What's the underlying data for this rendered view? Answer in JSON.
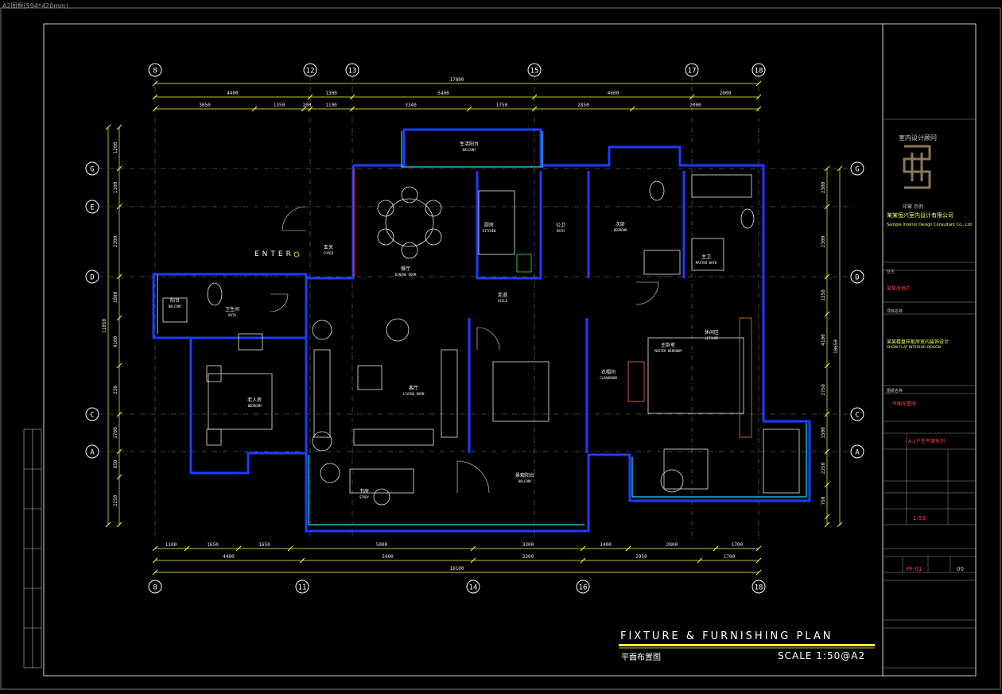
{
  "sheet": {
    "paper_label": "A2图框(594*420mm)",
    "title": "FIXTURE & FURNISHING PLAN",
    "subtitle": "平面布置图",
    "scale": "SCALE 1:50@A2",
    "entrance_label": "ENTER"
  },
  "grid_axes": {
    "top": [
      "8",
      "12",
      "13",
      "15",
      "17",
      "18"
    ],
    "bottom": [
      "8",
      "11",
      "14",
      "16",
      "18"
    ],
    "left": [
      "G",
      "E",
      "D",
      "C",
      "A"
    ],
    "right": [
      "G",
      "D",
      "C",
      "A"
    ]
  },
  "dimensions": {
    "top_total": "17800",
    "top_row1": [
      "4400",
      "1300",
      "5400",
      "4600",
      "2000"
    ],
    "top_row2": [
      "3050",
      "1350",
      "200",
      "1100",
      "3340",
      "1750",
      "2850",
      "2000"
    ],
    "bottom_total": "18100",
    "bottom_row1": [
      "4400",
      "5400",
      "3300",
      "2950",
      "1700"
    ],
    "bottom_row2": [
      "1100",
      "1650",
      "1650",
      "5000",
      "3300",
      "1400",
      "2800",
      "1700"
    ],
    "left_total": "11850",
    "left_values": [
      "1200",
      "1100",
      "2300",
      "1800",
      "4100",
      "230",
      "1700",
      "850",
      "2250"
    ],
    "right_total": "10650",
    "right_values": [
      "2300",
      "2300",
      "1350",
      "4100",
      "2750",
      "1500",
      "2250",
      "750"
    ]
  },
  "rooms": [
    {
      "name": "生活阳台",
      "code": "BALCONY"
    },
    {
      "name": "餐厅",
      "code": "DINING ROOM"
    },
    {
      "name": "厨房",
      "code": "KITCHEN"
    },
    {
      "name": "公卫",
      "code": "BATH"
    },
    {
      "name": "次卧",
      "code": "BEDROOM"
    },
    {
      "name": "主卫",
      "code": "MASTER BATH"
    },
    {
      "name": "玄关",
      "code": "FOYER"
    },
    {
      "name": "走道",
      "code": "AISLE"
    },
    {
      "name": "卫生间",
      "code": "BATH"
    },
    {
      "name": "客厅",
      "code": "LIVING ROOM"
    },
    {
      "name": "书房",
      "code": "STUDY"
    },
    {
      "name": "衣帽间",
      "code": "CLOAKROOM"
    },
    {
      "name": "主卧室",
      "code": "MASTER BEDROOM"
    },
    {
      "name": "休闲区",
      "code": "LEISURE"
    },
    {
      "name": "景观阳台",
      "code": "BALCONY"
    },
    {
      "name": "阳台",
      "code": "BALCONY"
    },
    {
      "name": "老人房",
      "code": "BEDROOM"
    }
  ],
  "title_block": {
    "company_cn": "室内设计顾问",
    "stamp_note": "印章 示例",
    "company_name": "某某恒兴室内设计有限公司",
    "company_en": "Sample Interior Design Consultant Co., Ltd.",
    "client_label": "业主",
    "client_value": "某某房地产",
    "project_label": "项目名称",
    "project_value": "某某楼盘样板房室内装饰设计",
    "project_en": "SHOW FLAT INTERIOR DESIGN",
    "drawing_label": "图纸名称",
    "drawing_value": "平面布置图",
    "scale_value": "1:50",
    "drawing_no": "FF-01",
    "revision": "00",
    "series": "A-2户型平面系列"
  },
  "colors": {
    "wall_blue": "#1e3cff",
    "wall_cyan": "#20d8ff",
    "wall_red": "#ff2a2a",
    "furniture_white": "#e8e8e8",
    "dim_yellow": "#ffff3a",
    "furniture_orange": "#ff7a1a",
    "green": "#22ff22",
    "magenta": "#ff3cff",
    "grid_dash": "#8a8a8a"
  }
}
